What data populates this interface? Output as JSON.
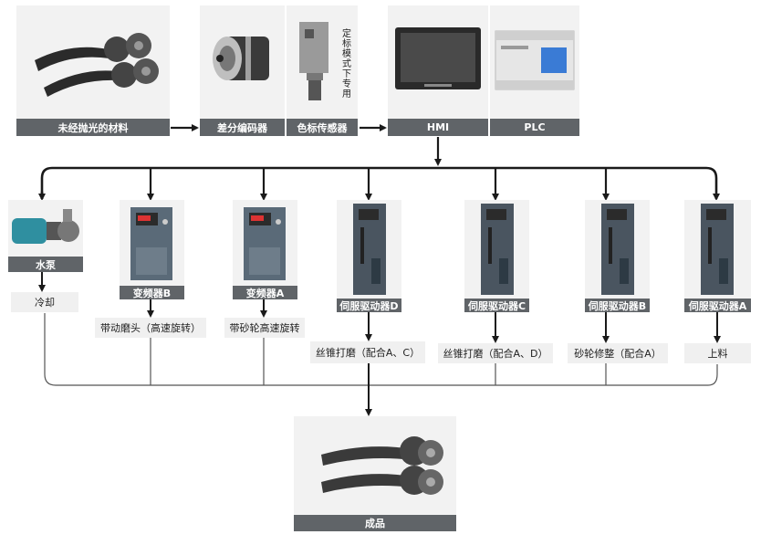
{
  "top_row": {
    "raw_material": {
      "label": "未经抛光的材料"
    },
    "encoder": {
      "label": "差分编码器"
    },
    "color_sensor": {
      "label": "色标传感器",
      "note": "定标模式下专用"
    },
    "hmi": {
      "label": "HMI"
    },
    "plc": {
      "label": "PLC"
    }
  },
  "devices": [
    {
      "key": "pump",
      "label": "水泵",
      "function": "冷却"
    },
    {
      "key": "inverter_b",
      "label": "变频器B",
      "function": "带动磨头（高速旋转）"
    },
    {
      "key": "inverter_a",
      "label": "变频器A",
      "function": "带砂轮高速旋转"
    },
    {
      "key": "servo_d",
      "label": "伺服驱动器D",
      "function": "丝锥打磨（配合A、C）"
    },
    {
      "key": "servo_c",
      "label": "伺服驱动器C",
      "function": "丝锥打磨（配合A、D）"
    },
    {
      "key": "servo_b",
      "label": "伺服驱动器B",
      "function": "砂轮修整（配合A）"
    },
    {
      "key": "servo_a",
      "label": "伺服驱动器A",
      "function": "上料"
    }
  ],
  "finished": {
    "label": "成品"
  },
  "colors": {
    "label_dark": "#606468",
    "label_light": "#f0f0f0",
    "line": "#1a1a1a",
    "thin_line": "#555555"
  }
}
